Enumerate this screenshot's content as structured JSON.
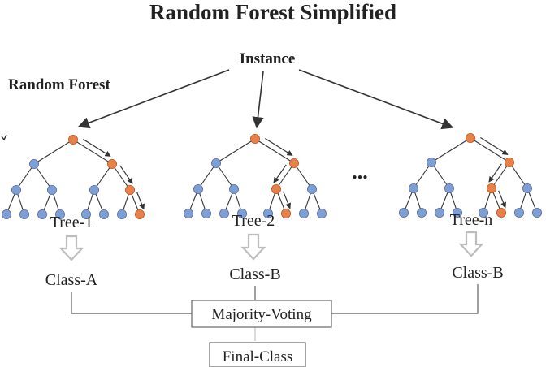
{
  "title": "Random Forest Simplified",
  "instance_label": "Instance",
  "forest_label": "Random Forest",
  "ellipsis": "...",
  "trees": [
    {
      "name": "Tree-1",
      "class": "Class-A"
    },
    {
      "name": "Tree-2",
      "class": "Class-B"
    },
    {
      "name": "Tree-n",
      "class": "Class-B"
    }
  ],
  "voting_label": "Majority-Voting",
  "final_label": "Final-Class",
  "colors": {
    "node_blue": "#7e9fd6",
    "node_orange": "#e8804a",
    "node_stroke": "#5a6f95",
    "edge": "#333333",
    "down_arrow": "#bdbdbd",
    "connector": "#777777"
  }
}
